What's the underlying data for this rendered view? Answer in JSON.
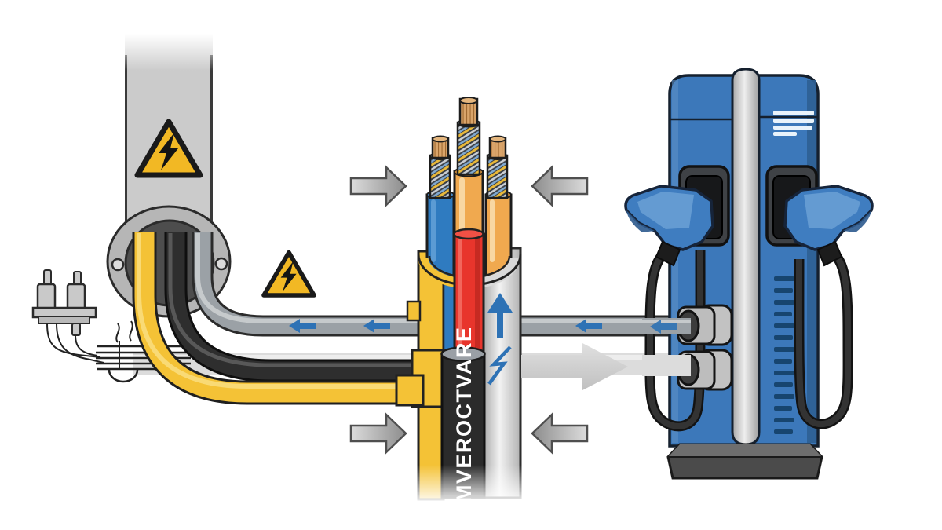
{
  "meta": {
    "title": "EV fast-charging station power-cable cutaway illustration",
    "type": "technical-illustration",
    "background": "#ffffff"
  },
  "cable": {
    "jacket_text": "MVEROCTVARE"
  },
  "colors": {
    "charger_blue": "#3c78ba",
    "charger_blue_dark": "#2d5f94",
    "warning_yellow": "#f2b824",
    "cable_yellow": "#f4c236",
    "red_core": "#e8352c",
    "insulation_blue": "#2f7bc0",
    "insulation_orange": "#f0a94f",
    "copper": "#d9a46a",
    "arrow_blue": "#2e72b5",
    "pipe_gray": "#9ba1a6",
    "pipe_light": "#dcdcdc",
    "jacket_black": "#2b2b2b",
    "silver": "#c9c9c9"
  },
  "icons": [
    {
      "name": "high-voltage-warning-icon",
      "count": 2
    },
    {
      "name": "inward-arrow-icon",
      "count": 4
    },
    {
      "name": "flow-arrow-left-icon",
      "count": 4
    },
    {
      "name": "flow-arrow-right-icon",
      "count": 1
    },
    {
      "name": "up-arrow-icon",
      "count": 1
    },
    {
      "name": "lightning-icon",
      "count": 1
    },
    {
      "name": "plug-terminal-icon",
      "count": 1
    },
    {
      "name": "fault-symbol-icon",
      "count": 1
    }
  ],
  "charging_station": {
    "connectors": 2,
    "holsters": 2,
    "inlet_ports": 2,
    "display_lines": 4
  }
}
